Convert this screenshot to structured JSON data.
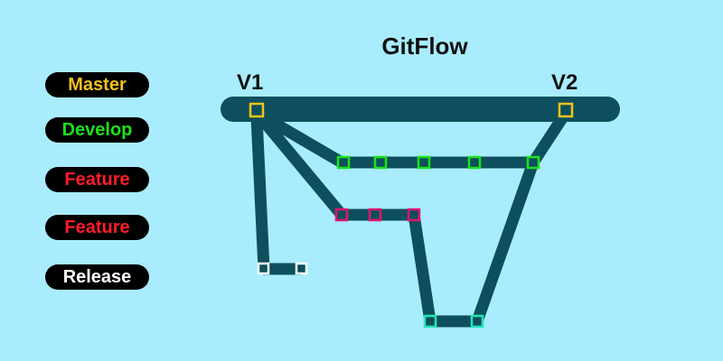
{
  "title": "GitFlow",
  "legend": [
    {
      "label": "Master",
      "color": "#f4c21c"
    },
    {
      "label": "Develop",
      "color": "#1be21b"
    },
    {
      "label": "Feature",
      "color": "#ff1d2a"
    },
    {
      "label": "Feature",
      "color": "#ff1d2a"
    },
    {
      "label": "Release",
      "color": "#ffffff"
    }
  ],
  "versions": {
    "v1": "V1",
    "v2": "V2"
  },
  "colors": {
    "background": "#a9ecfd",
    "branch_line": "#0d4f5c",
    "master_commit": "#f4c21c",
    "develop_commit": "#1be21b",
    "feature_commit": "#e0156e",
    "feature2_commit": "#1ee8b6",
    "release_commit": "#ffffff"
  }
}
